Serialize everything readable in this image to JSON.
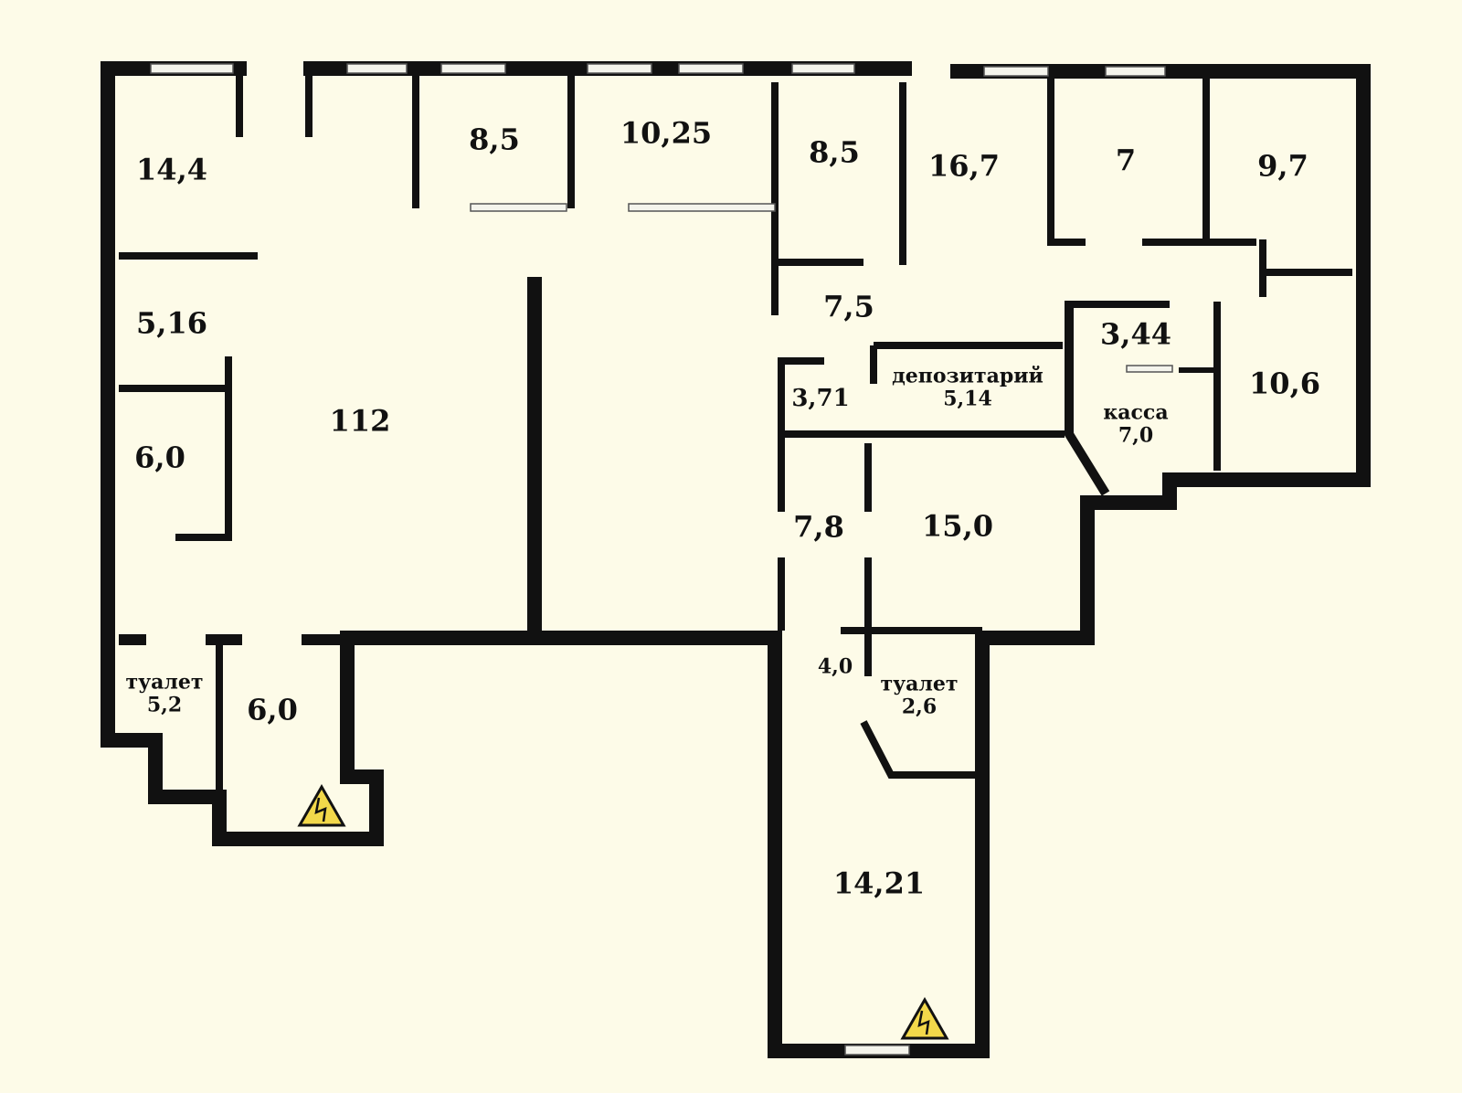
{
  "rooms": [
    {
      "area": "14,4"
    },
    {
      "area": "8,5"
    },
    {
      "area": "10,25"
    },
    {
      "area": "8,5"
    },
    {
      "area": "16,7"
    },
    {
      "area": "7"
    },
    {
      "area": "9,7"
    },
    {
      "area": "5,16"
    },
    {
      "area": "7,5"
    },
    {
      "area": "3,44"
    },
    {
      "name": "депозитарий",
      "area": "5,14"
    },
    {
      "area": "3,71"
    },
    {
      "name": "касса",
      "area": "7,0"
    },
    {
      "area": "10,6"
    },
    {
      "area": "112"
    },
    {
      "area": "6,0"
    },
    {
      "area": "7,8"
    },
    {
      "area": "15,0"
    },
    {
      "area": "4,0"
    },
    {
      "name": "туалет",
      "area": "2,6"
    },
    {
      "name": "туалет",
      "area": "5,2"
    },
    {
      "area": "6,0"
    },
    {
      "area": "14,21"
    }
  ],
  "symbols": [
    "electrical-hazard-icon",
    "electrical-hazard-icon"
  ],
  "colors": {
    "background": "#fdfbe8",
    "wall": "#111111",
    "window": "#f4f4ec"
  }
}
